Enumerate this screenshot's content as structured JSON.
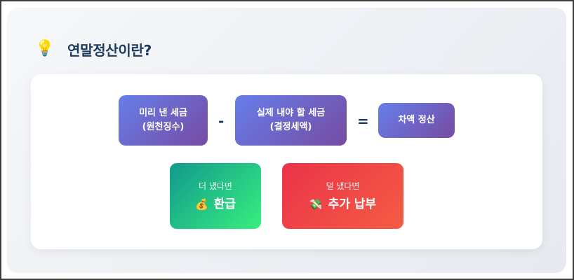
{
  "header": {
    "icon": "💡",
    "icon_name": "lightbulb-icon",
    "title": "연말정산이란?"
  },
  "formula": {
    "withheld": {
      "line1": "미리 낸 세금",
      "line2": "(원천징수)"
    },
    "minus": "-",
    "determined": {
      "line1": "실제 내야 할 세금",
      "line2": "(결정세액)"
    },
    "equals": "=",
    "result": "차액 정산",
    "gradient": [
      "#667eea",
      "#764ba2"
    ]
  },
  "outcomes": [
    {
      "condition": "더 냈다면",
      "icon": "💰",
      "icon_name": "money-bag-icon",
      "label": "환급",
      "gradient": [
        "#11998e",
        "#38ef7d"
      ]
    },
    {
      "condition": "덜 냈다면",
      "icon": "💸",
      "icon_name": "money-with-wings-icon",
      "label": "추가 납부",
      "gradient": [
        "#eb3349",
        "#f45c43"
      ]
    }
  ],
  "colors": {
    "title": "#1e3a5f",
    "card_bg_start": "#f5f7fa",
    "card_bg_end": "#e6e9ee"
  }
}
